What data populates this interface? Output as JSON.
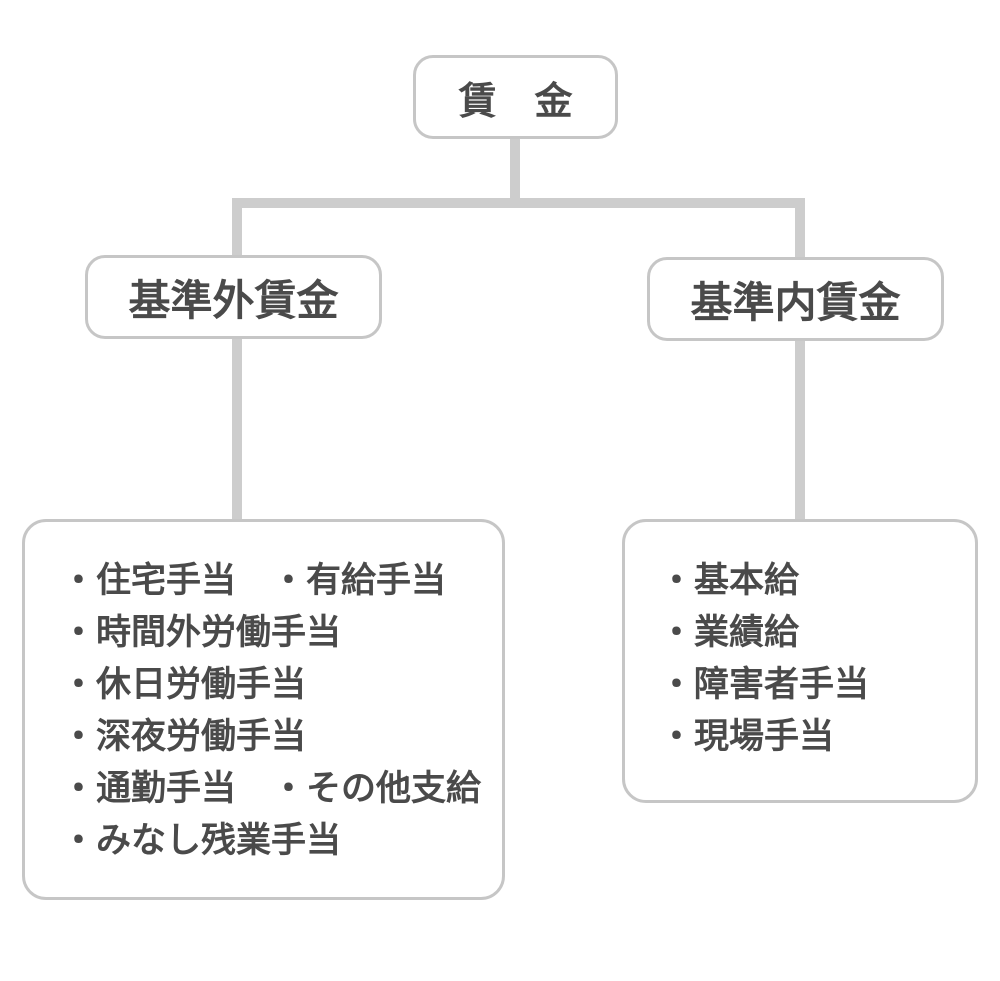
{
  "diagram": {
    "title": "wage-structure-chart",
    "root": {
      "label": "賃　金"
    },
    "branches": [
      {
        "label": "基準外賃金",
        "items": [
          "・住宅手当　・有給手当",
          "・時間外労働手当",
          "・休日労働手当",
          "・深夜労働手当",
          "・通勤手当　・その他支給",
          "・みなし残業手当"
        ]
      },
      {
        "label": "基準内賃金",
        "items": [
          "・基本給",
          "・業績給",
          "・障害者手当",
          "・現場手当"
        ]
      }
    ]
  },
  "colors": {
    "connector": "#cdcdcd",
    "box_border": "#c6c6c6",
    "text": "#4a4a4a",
    "background": "#ffffff"
  }
}
